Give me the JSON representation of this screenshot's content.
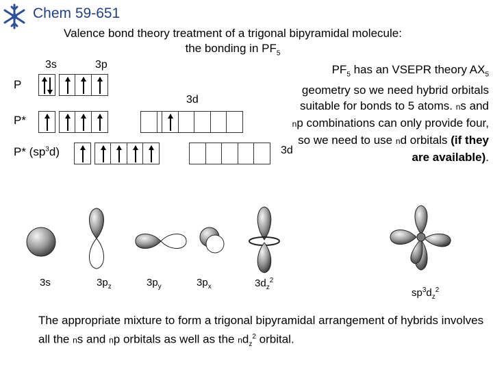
{
  "header": {
    "course": "Chem 59-651"
  },
  "title": {
    "line1": "Valence bond theory treatment of a trigonal bipyramidal molecule:",
    "line2_prefix": "the bonding in PF",
    "line2_sub": "5"
  },
  "diagram": {
    "label_3s": "3s",
    "label_3p": "3p",
    "label_3d_upper": "3d",
    "label_3d_lower": "3d",
    "row_p": "P",
    "row_pstar": "P*",
    "row_hybrid_prefix": "P* (sp",
    "row_hybrid_sup": "3",
    "row_hybrid_suffix": "d)"
  },
  "paragraph": {
    "t1": "PF",
    "t1_sub": "5",
    "t2": " has an VSEPR theory AX",
    "t2_sub": "5",
    "t3": " geometry so we need hybrid orbitals suitable for bonds to 5 atoms. ",
    "n1": "n",
    "t4": "s and ",
    "n2": "n",
    "t5": "p combinations can only provide four, so we need to use ",
    "n3": "n",
    "t6": "d orbitals ",
    "bold": "(if they are available)",
    "t7": "."
  },
  "orbitals": {
    "s": "3s",
    "pz_main": "3p",
    "pz_sub": "z",
    "py_main": "3p",
    "py_sub": "y",
    "px_main": "3p",
    "px_sub": "x",
    "dz2_main": "3d",
    "dz2_sub": "z",
    "dz2_sup": "2",
    "hyb_main": "sp",
    "hyb_sup": "3",
    "hyb_mid": "d",
    "hyb_sub": "z",
    "hyb_sup2": "2"
  },
  "bottom": {
    "t1": "The appropriate mixture to form a trigonal bipyramidal arrangement of hybrids involves all the ",
    "n1": "n",
    "t2": "s and ",
    "n2": "n",
    "t3": "p orbitals as well as the ",
    "n3": "n",
    "t4": "d",
    "sub": "z",
    "sup": "2",
    "t5": " orbital."
  },
  "colors": {
    "course": "#1f3f8a",
    "logo": "#2b4fa0"
  }
}
